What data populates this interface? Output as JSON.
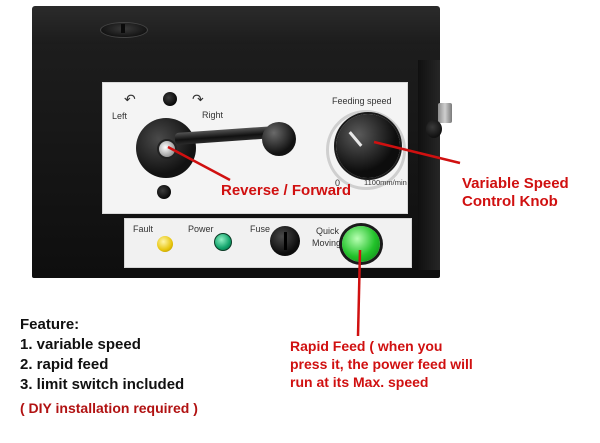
{
  "plate": {
    "left": "Left",
    "right": "Right",
    "feeding_speed": "Feeding speed",
    "dial_min": "0",
    "dial_max": "1100mm/min",
    "fault": "Fault",
    "power": "Power",
    "fuse": "Fuse",
    "quick_moving": [
      "Quick",
      "Moving"
    ]
  },
  "annotations": {
    "reverse_forward": "Reverse / Forward",
    "variable_speed": [
      "Variable Speed",
      "Control Knob"
    ],
    "rapid_feed": [
      "Rapid Feed ( when you",
      "press it, the power feed will",
      "run at its Max. speed"
    ]
  },
  "features": {
    "heading": "Feature:",
    "items": [
      "1. variable speed",
      "2. rapid feed",
      "3. limit switch included"
    ],
    "note": "( DIY installation required )"
  },
  "colors": {
    "annotation_red": "#d01010",
    "note_red": "#b11212",
    "led_fault": "#e7c40a",
    "led_power": "#11a36b",
    "rapid_button": "#22c22a"
  }
}
